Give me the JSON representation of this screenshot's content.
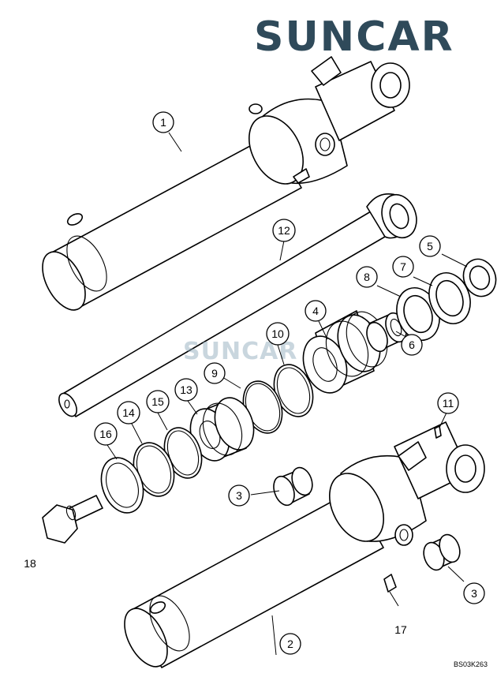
{
  "logo": {
    "text": "SUNCAR",
    "color_dark": "#2f4a5a",
    "color_accent": "#3a9ad9"
  },
  "watermark": {
    "text": "SUNCAR"
  },
  "callouts": [
    {
      "id": "c1",
      "label": "1"
    },
    {
      "id": "c2",
      "label": "2"
    },
    {
      "id": "c3a",
      "label": "3"
    },
    {
      "id": "c3b",
      "label": "3"
    },
    {
      "id": "c4",
      "label": "4"
    },
    {
      "id": "c5",
      "label": "5"
    },
    {
      "id": "c6",
      "label": "6"
    },
    {
      "id": "c7",
      "label": "7"
    },
    {
      "id": "c8",
      "label": "8"
    },
    {
      "id": "c9",
      "label": "9"
    },
    {
      "id": "c10",
      "label": "10"
    },
    {
      "id": "c11",
      "label": "11"
    },
    {
      "id": "c12",
      "label": "12"
    },
    {
      "id": "c13",
      "label": "13"
    },
    {
      "id": "c14",
      "label": "14"
    },
    {
      "id": "c15",
      "label": "15"
    },
    {
      "id": "c16",
      "label": "16"
    }
  ],
  "plain_labels": [
    {
      "id": "l17",
      "label": "17"
    },
    {
      "id": "l18",
      "label": "18"
    }
  ],
  "reference_code": "BS03K263"
}
